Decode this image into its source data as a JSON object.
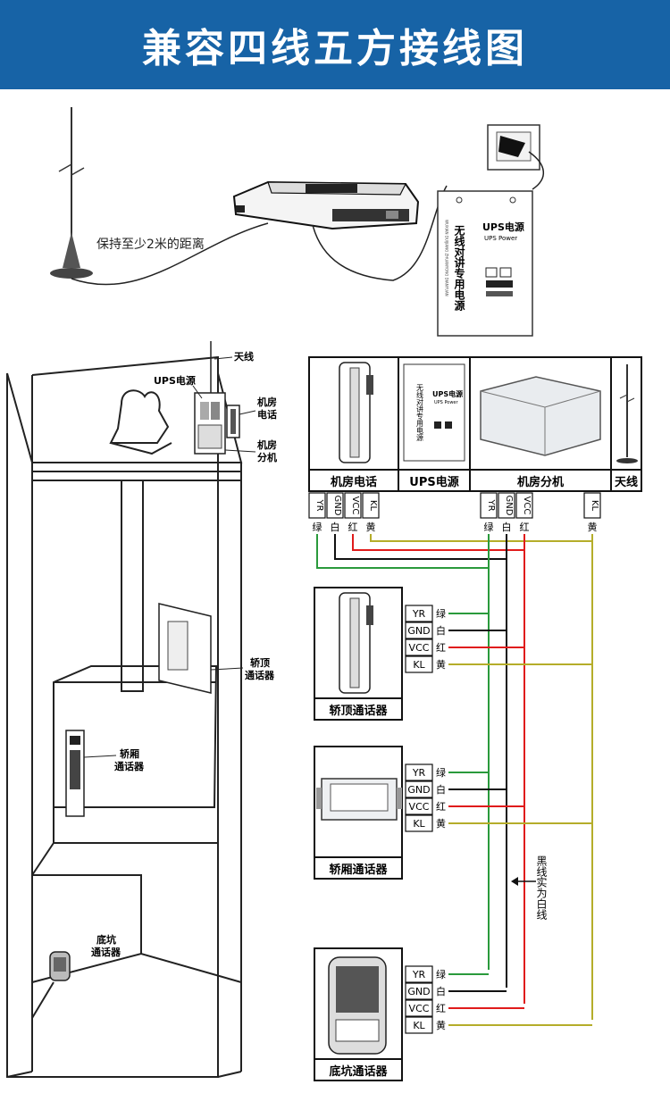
{
  "header": {
    "title": "兼容四线五方接线图"
  },
  "top": {
    "distance_note": "保持至少2米的距离",
    "ups_box_text": "无线对讲专用电源",
    "ups_box_pinyin": "WUXIAN DUIJIANG ZHUANYONG DIANYUAN",
    "ups_label": "UPS电源",
    "ups_sub": "UPS Power"
  },
  "shaft": {
    "antenna": "天线",
    "ups": "UPS电源",
    "machine_phone_1": "机房",
    "machine_phone_2": "电话",
    "machine_ext_1": "机房",
    "machine_ext_2": "分机",
    "car_top_1": "轿顶",
    "car_top_2": "通话器",
    "car_1": "轿厢",
    "car_2": "通话器",
    "pit_1": "底坑",
    "pit_2": "通话器"
  },
  "machine_room": {
    "cells": [
      "机房电话",
      "UPS电源",
      "机房分机",
      "天线"
    ],
    "ups_vertical": "无线对讲专用电源",
    "ups_title": "UPS电源",
    "ups_sub": "UPS Power"
  },
  "terminals": {
    "phone": [
      "YR",
      "GND",
      "VCC",
      "KL"
    ],
    "phone_colors": [
      "绿",
      "白",
      "红",
      "黄"
    ],
    "ext": [
      "YR",
      "GND",
      "VCC"
    ],
    "ext_colors": [
      "绿",
      "白",
      "红"
    ],
    "antenna": [
      "KL"
    ],
    "antenna_colors": [
      "黄"
    ]
  },
  "devices": [
    {
      "label": "轿顶通话器",
      "pins": [
        "YR",
        "GND",
        "VCC",
        "KL"
      ],
      "colors": [
        "绿",
        "白",
        "红",
        "黄"
      ]
    },
    {
      "label": "轿厢通话器",
      "pins": [
        "YR",
        "GND",
        "VCC",
        "KL"
      ],
      "colors": [
        "绿",
        "白",
        "红",
        "黄"
      ]
    },
    {
      "label": "底坑通话器",
      "pins": [
        "YR",
        "GND",
        "VCC",
        "KL"
      ],
      "colors": [
        "绿",
        "白",
        "红",
        "黄"
      ]
    }
  ],
  "note": "黑线实为白线",
  "wire_colors": {
    "green": "#2a9a3c",
    "black": "#111111",
    "red": "#e01b1b",
    "yellow": "#b5ad2a"
  }
}
